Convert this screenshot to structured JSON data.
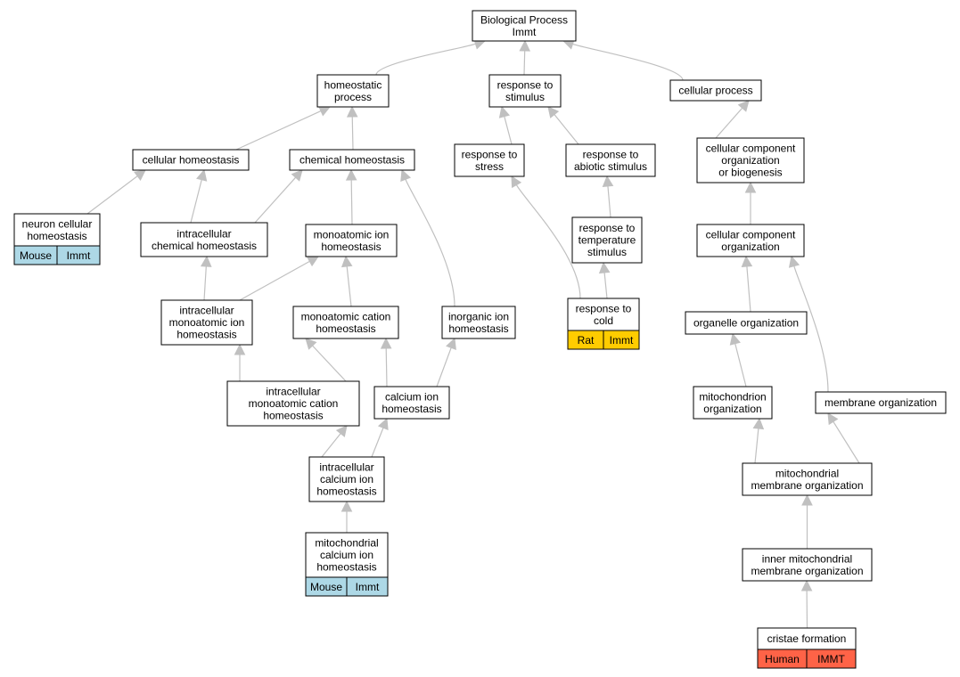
{
  "nodes": {
    "bp": {
      "lines": [
        "Biological Process",
        "Immt"
      ]
    },
    "homeo": {
      "lines": [
        "homeostatic",
        "process"
      ]
    },
    "resp": {
      "lines": [
        "response to",
        "stimulus"
      ]
    },
    "cellproc": {
      "lines": [
        "cellular process"
      ]
    },
    "cellhomeo": {
      "lines": [
        "cellular homeostasis"
      ]
    },
    "chemhomeo": {
      "lines": [
        "chemical homeostasis"
      ]
    },
    "stress": {
      "lines": [
        "response to",
        "stress"
      ]
    },
    "abiotic": {
      "lines": [
        "response to",
        "abiotic stimulus"
      ]
    },
    "ccob": {
      "lines": [
        "cellular component",
        "organization",
        "or biogenesis"
      ]
    },
    "neuron": {
      "lines": [
        "neuron cellular",
        "homeostasis"
      ],
      "annotations": [
        "Mouse",
        "Immt"
      ]
    },
    "intchem": {
      "lines": [
        "intracellular",
        "chemical homeostasis"
      ]
    },
    "monoion": {
      "lines": [
        "monoatomic ion",
        "homeostasis"
      ]
    },
    "temp": {
      "lines": [
        "response to",
        "temperature",
        "stimulus"
      ]
    },
    "cco": {
      "lines": [
        "cellular component",
        "organization"
      ]
    },
    "intmonoion": {
      "lines": [
        "intracellular",
        "monoatomic ion",
        "homeostasis"
      ]
    },
    "monocation": {
      "lines": [
        "monoatomic cation",
        "homeostasis"
      ]
    },
    "inorg": {
      "lines": [
        "inorganic ion",
        "homeostasis"
      ]
    },
    "cold": {
      "lines": [
        "response to",
        "cold"
      ],
      "annotations": [
        "Rat",
        "Immt"
      ]
    },
    "organelle": {
      "lines": [
        "organelle organization"
      ]
    },
    "intmonocation": {
      "lines": [
        "intracellular",
        "monoatomic cation",
        "homeostasis"
      ]
    },
    "calcium": {
      "lines": [
        "calcium ion",
        "homeostasis"
      ]
    },
    "mitoorg": {
      "lines": [
        "mitochondrion",
        "organization"
      ]
    },
    "memorg": {
      "lines": [
        "membrane organization"
      ]
    },
    "intcalc": {
      "lines": [
        "intracellular",
        "calcium ion",
        "homeostasis"
      ]
    },
    "mitomem": {
      "lines": [
        "mitochondrial",
        "membrane organization"
      ]
    },
    "mitocalc": {
      "lines": [
        "mitochondrial",
        "calcium ion",
        "homeostasis"
      ],
      "annotations": [
        "Mouse",
        "Immt"
      ]
    },
    "innermito": {
      "lines": [
        "inner mitochondrial",
        "membrane organization"
      ]
    },
    "cristae": {
      "lines": [
        "cristae formation"
      ],
      "annotations": [
        "Human",
        "IMMT"
      ]
    }
  },
  "annotation_colors": {
    "Mouse": "#add8e6",
    "Rat": "#ffcc00",
    "Human": "#ff6347"
  },
  "edge_color": "#c0c0c0",
  "edges": [
    [
      "homeo",
      "bp"
    ],
    [
      "resp",
      "bp"
    ],
    [
      "cellproc",
      "bp"
    ],
    [
      "cellhomeo",
      "homeo"
    ],
    [
      "chemhomeo",
      "homeo"
    ],
    [
      "stress",
      "resp"
    ],
    [
      "abiotic",
      "resp"
    ],
    [
      "ccob",
      "cellproc"
    ],
    [
      "neuron",
      "cellhomeo"
    ],
    [
      "intchem",
      "cellhomeo"
    ],
    [
      "intchem",
      "chemhomeo"
    ],
    [
      "monoion",
      "chemhomeo"
    ],
    [
      "inorg",
      "chemhomeo"
    ],
    [
      "temp",
      "abiotic"
    ],
    [
      "cold",
      "temp"
    ],
    [
      "cold",
      "stress"
    ],
    [
      "cco",
      "ccob"
    ],
    [
      "intmonoion",
      "intchem"
    ],
    [
      "intmonoion",
      "monoion"
    ],
    [
      "monocation",
      "monoion"
    ],
    [
      "intmonocation",
      "intmonoion"
    ],
    [
      "intmonocation",
      "monocation"
    ],
    [
      "calcium",
      "monocation"
    ],
    [
      "calcium",
      "inorg"
    ],
    [
      "intcalc",
      "intmonocation"
    ],
    [
      "intcalc",
      "calcium"
    ],
    [
      "mitocalc",
      "intcalc"
    ],
    [
      "organelle",
      "cco"
    ],
    [
      "memorg",
      "cco"
    ],
    [
      "mitoorg",
      "organelle"
    ],
    [
      "mitomem",
      "mitoorg"
    ],
    [
      "mitomem",
      "memorg"
    ],
    [
      "innermito",
      "mitomem"
    ],
    [
      "cristae",
      "innermito"
    ]
  ]
}
